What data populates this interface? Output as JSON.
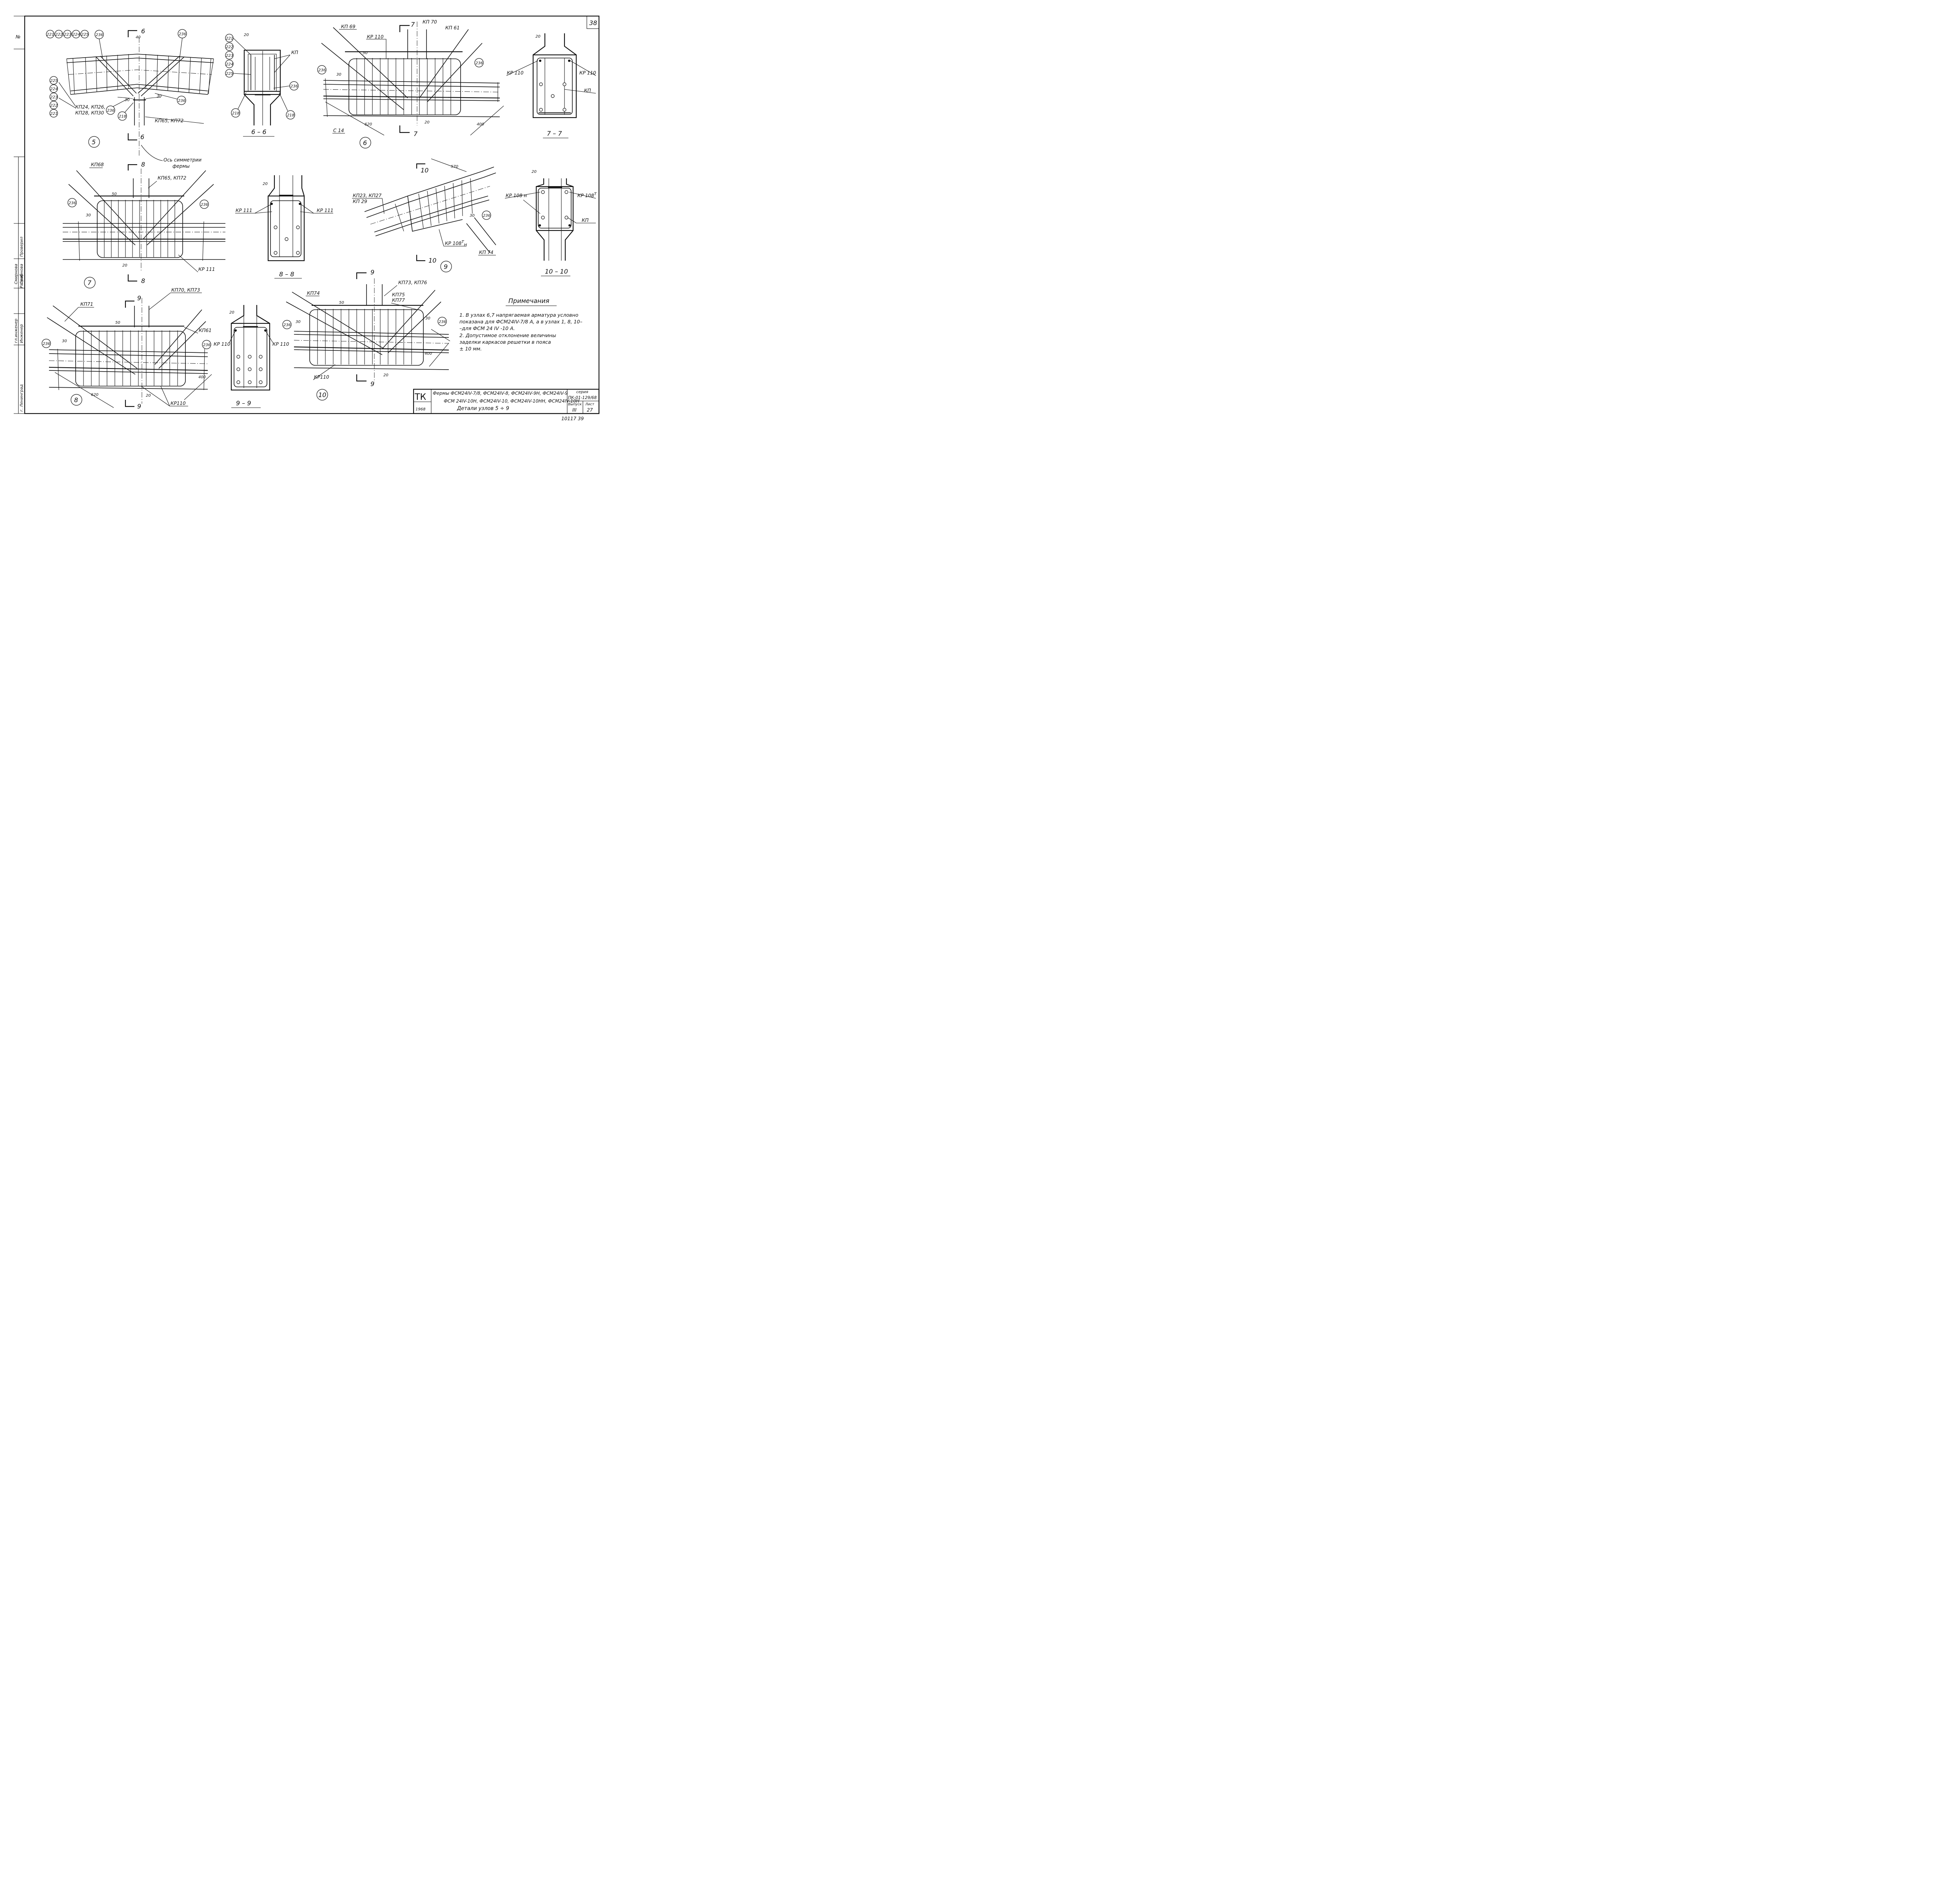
{
  "sheet_number": "38",
  "sheet_number_bottom": "10117  39",
  "left_strip": {
    "num_label": "№",
    "roles": [
      "гл.инженер",
      "Инженер",
      "Проверил",
      "Разраб"
    ],
    "names": [
      "Смирнова",
      "Смирнова"
    ],
    "city": "г. Ленинград"
  },
  "nodes": [
    {
      "id": "node5",
      "number": "5"
    },
    {
      "id": "node6",
      "number": "6"
    },
    {
      "id": "node7",
      "number": "7"
    },
    {
      "id": "node8",
      "number": "8"
    },
    {
      "id": "node9",
      "number": "9"
    },
    {
      "id": "node10",
      "number": "10"
    }
  ],
  "node5": {
    "mark_circles": [
      "221",
      "222",
      "223",
      "224",
      "225"
    ],
    "mark_circles_left": [
      "225",
      "224",
      "223",
      "222",
      "221"
    ],
    "marks": [
      "236",
      "236",
      "236",
      "236",
      "218"
    ],
    "kp_labels": [
      "КП24, КП26,",
      "КП28, КП30"
    ],
    "kp65": "КП65, КП72",
    "dim_40": "40",
    "dim_30a": "30",
    "dim_30b": "30",
    "cut": "6",
    "axis_label_1": "Ось симметрии",
    "axis_label_2": "фермы"
  },
  "section66": {
    "marks": [
      "221",
      "222",
      "223",
      "224",
      "225"
    ],
    "m236": "236",
    "m218a": "218",
    "m218b": "218",
    "kp": "КП",
    "dim": "20",
    "title": "6 – 6"
  },
  "node6": {
    "kp69": "КП 69",
    "kp70": "КП 70",
    "kp61": "КП 61",
    "kr110": "КР 110",
    "c14": "С 14",
    "m236a": "236",
    "m236b": "236",
    "dim50": "50",
    "dim30": "30",
    "dim620": "620",
    "dim400": "400",
    "dim20": "20",
    "cut": "7"
  },
  "section77": {
    "kr110a": "КР 110",
    "kr110b": "КР 110",
    "kp": "КП",
    "dim": "20",
    "title": "7 – 7"
  },
  "node7": {
    "kp68": "КП68",
    "kp65": "КП65, КП72",
    "kr111": "КР 111",
    "m236a": "236",
    "m236b": "236",
    "dim50": "50",
    "dim30": "30",
    "dim20": "20",
    "cut": "8"
  },
  "section88": {
    "kr111a": "КР 111",
    "kr111b": "КР 111",
    "dim": "20",
    "title": "8 – 8"
  },
  "node9": {
    "kp23a": "КП23, КП27",
    "kp23b": "КП 29",
    "kr108": "КР 108",
    "kr108sup": "Т",
    "kr108sub": "Н",
    "kp74": "КП 74",
    "m236": "236",
    "dim570": "570",
    "dim30": "30",
    "cut": "10"
  },
  "section1010": {
    "kr108h": "КР 108 н",
    "kr108t": "КР 108",
    "kr108t_sup": "Т",
    "kp": "КП",
    "dim": "20",
    "title": "10 – 10"
  },
  "node8": {
    "kp71": "КП71",
    "kp70": "КП70, КП73",
    "kp61": "КП61",
    "kr110": "КР110",
    "m236a": "236",
    "m236b": "236",
    "dim50": "50",
    "dim30": "30",
    "dim20": "20",
    "dim620": "620",
    "dim400": "400",
    "cut": "9"
  },
  "section99": {
    "kr110a": "КР 110",
    "kr110b": "КР 110",
    "dim": "20",
    "title": "9 – 9"
  },
  "node10": {
    "kp74": "КП74",
    "kp73": "КП73, КП76",
    "kp75": "КП75",
    "kp77": "КП77",
    "kr110": "КР110",
    "m236a": "236",
    "m236b": "236",
    "dim50": "50",
    "dim30a": "30",
    "dim30b": "30",
    "dim400": "400",
    "dim20": "20",
    "cut": "9"
  },
  "notes": {
    "title": "Примечания",
    "items": [
      "1.  В узлах 6,7 напрягаемая арматура условно",
      "     показана для ФСМ24IV-7/8 А, а в узлах 1, 8, 10–",
      "     –для ФСМ 24 IV -10 А.",
      "2.  Допустимое отклонение величины",
      "     заделки каркасов решетки в пояса",
      "     ± 10 мм."
    ]
  },
  "title_block": {
    "org": "ТК",
    "year": "1968",
    "title_line1": "Фермы ФСМ24IV-7/8, ФСМ24IV-8, ФСМ24IV-9Н, ФСМ24IV-9",
    "title_line2": "ФСМ 24IV-10Н, ФСМ24IV-10, ФСМ24IV-10НН, ФСМ24IV-10Н",
    "title_line3": "Детали узлов 5 ÷ 9",
    "series_label": "серия",
    "series_value": "ПК-01-129/68",
    "issue_label": "Выпуск",
    "issue_value": "III",
    "sheet_label": "Лист",
    "sheet_value": "27"
  }
}
